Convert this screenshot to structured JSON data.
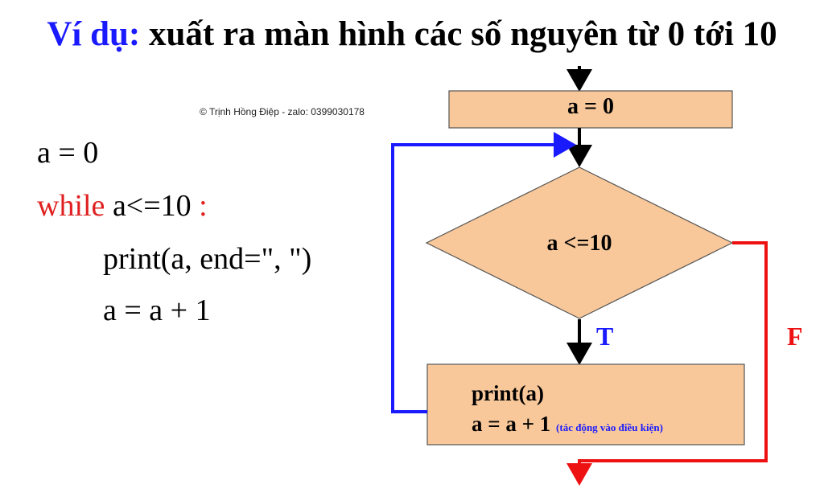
{
  "title": {
    "lead": "Ví dụ:",
    "rest": " xuất ra màn hình các số nguyên từ 0 tới 10"
  },
  "credit": "© Trịnh Hồng Điệp - zalo: 0399030178",
  "code": {
    "line1": "a = 0",
    "while_kw": "while",
    "while_cond": " a<=10 ",
    "colon": ":",
    "line3": "print(a, end=\", \")",
    "line4": "a = a + 1"
  },
  "flowchart": {
    "init_box": "a = 0",
    "condition": "a <=10",
    "true_label": "T",
    "false_label": "F",
    "body_line1": "print(a)",
    "body_line2": "a = a + 1",
    "body_note": "(tác động vào điều kiện)"
  },
  "colors": {
    "box_fill": "#f8c89a",
    "loop_arrow": "#1a1aff",
    "false_arrow": "#ee1111",
    "keyword": "#e02020",
    "title_lead": "#1a1aff"
  }
}
